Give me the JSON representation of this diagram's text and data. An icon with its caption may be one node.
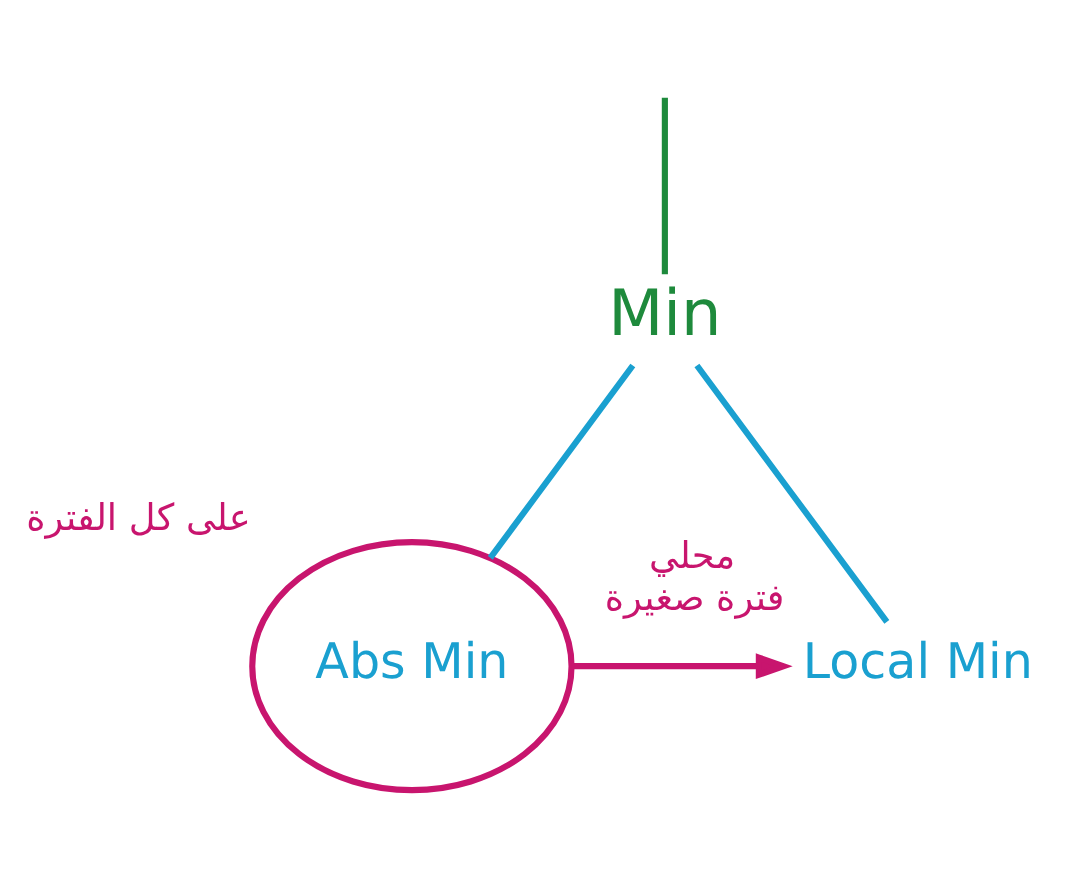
{
  "diagram": {
    "nodes": [
      {
        "text": [
          "Min"
        ]
      },
      {
        "text": [
          "Abs Min"
        ],
        "beside": [
          "على كل الفترة"
        ]
      },
      {
        "text": [
          "Local Min"
        ],
        "beside": [
          "محلي",
          "فترة صغيرة"
        ]
      }
    ],
    "edges": [
      {
        "from": null,
        "to": 0,
        "arrow": "none",
        "color": "#1e8a3c"
      },
      {
        "from": 0,
        "to": 1,
        "arrow": "none"
      },
      {
        "from": 0,
        "to": 2,
        "arrow": "none"
      },
      {
        "from": 1,
        "to": 2,
        "arrow": "to",
        "color": "#c8156e"
      }
    ]
  }
}
